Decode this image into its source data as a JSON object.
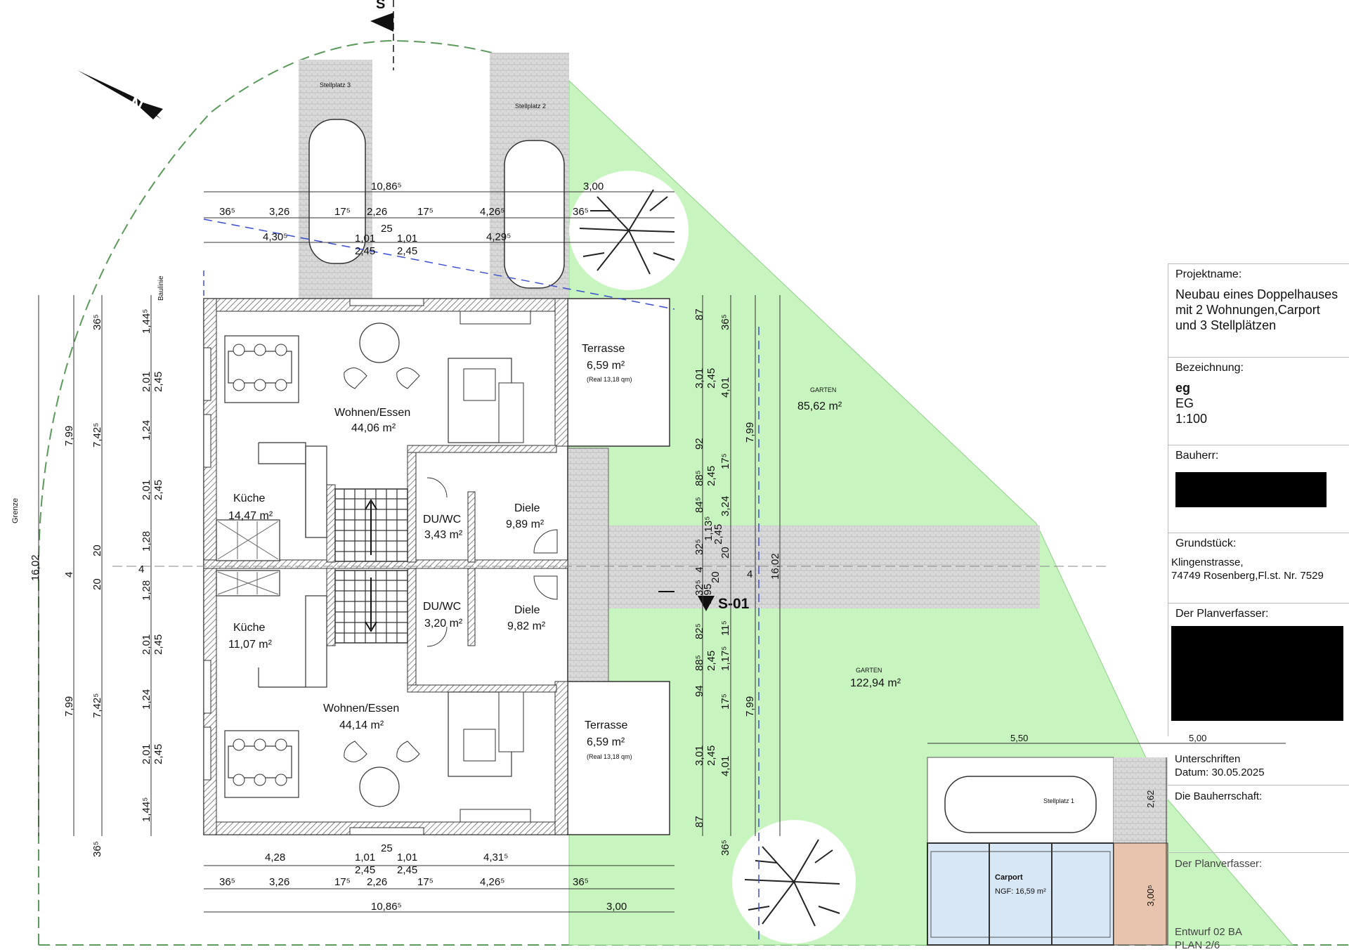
{
  "north_label": "N",
  "south_label": "S",
  "labels": {
    "grenze": "Grenze",
    "baulinie": "Baulinie",
    "section": "S-01"
  },
  "rooms": {
    "wohnen_top": {
      "name": "Wohnen/Essen",
      "area": "44,06 m²"
    },
    "kueche_top": {
      "name": "Küche",
      "area": "14,47 m²"
    },
    "duwc_top": {
      "name": "DU/WC",
      "area": "3,43 m²"
    },
    "diele_top": {
      "name": "Diele",
      "area": "9,89 m²"
    },
    "terrasse_top": {
      "name": "Terrasse",
      "area": "6,59 m²",
      "note": "(Real 13,18 qm)"
    },
    "kueche_bottom": {
      "name": "Küche",
      "area": "11,07 m²"
    },
    "duwc_bottom": {
      "name": "DU/WC",
      "area": "3,20 m²"
    },
    "diele_bottom": {
      "name": "Diele",
      "area": "9,82 m²"
    },
    "wohnen_bottom": {
      "name": "Wohnen/Essen",
      "area": "44,14 m²"
    },
    "terrasse_bottom": {
      "name": "Terrasse",
      "area": "6,59 m²",
      "note": "(Real 13,18 qm)"
    },
    "garten_top": {
      "name": "GARTEN",
      "area": "85,62 m²"
    },
    "garten_bottom": {
      "name": "GARTEN",
      "area": "122,94 m²"
    },
    "carport": {
      "name": "Carport",
      "area": "NGF: 16,59 m²"
    }
  },
  "parking": {
    "p1": "Stellplatz 1",
    "p2": "Stellplatz 2",
    "p3": "Stellplatz 3"
  },
  "dims": {
    "top_total": "10,86⁵",
    "top_terr": "3,00",
    "t1": "36⁵",
    "t2": "3,26",
    "t3": "17⁵",
    "t4": "2,26",
    "t5": "17⁵",
    "t6": "4,26⁵",
    "t7": "36⁵",
    "t8": "4,30⁵",
    "t9": "25",
    "t10": "1,01",
    "t11": "1,01",
    "t12": "4,29⁵",
    "t13": "2,45",
    "t14": "2,45",
    "bot_total": "10,86⁵",
    "bot_terr": "3,00",
    "b1": "4,28",
    "b2": "25",
    "b3": "1,01",
    "b4": "1,01",
    "b5": "4,31⁵",
    "b6": "2,45",
    "b7": "2,45",
    "b8": "36⁵",
    "b9": "3,26",
    "b10": "17⁵",
    "b11": "2,26",
    "b12": "17⁵",
    "b13": "4,26⁵",
    "b14": "36⁵",
    "l_total": "16,02",
    "l_799a": "7,99",
    "l_799b": "7,99",
    "l_742a": "7,42⁵",
    "l_742b": "7,42⁵",
    "l_365a": "36⁵",
    "l_365b": "36⁵",
    "l_4": "4",
    "l_4b": "4",
    "l_20": "20",
    "l_144a": "1,44⁵",
    "l_201a": "2,01",
    "l_124a": "1,24",
    "l_201b": "2,01",
    "l_128a": "1,28",
    "l_20b": "20",
    "l_128b": "1,28",
    "l_201c": "2,01",
    "l_124b": "1,24",
    "l_201d": "2,01",
    "l_144b": "1,44⁵",
    "l_245a": "2,45",
    "l_245b": "2,45",
    "l_245c": "2,45",
    "l_245d": "2,45",
    "r_87a": "87",
    "r_301a": "3,01",
    "r_245a": "2,45",
    "r_401a": "4,01",
    "r_365a": "36⁵",
    "r_92": "92",
    "r_885a": "88⁵",
    "r_245b": "2,45",
    "r_175a": "17⁵",
    "r_845": "84⁵",
    "r_324": "3,24",
    "r_325a": "32⁵",
    "r_1135": "1,13⁵",
    "r_245c": "2,45",
    "r_20a": "20",
    "r_4": "4",
    "r_20b": "20",
    "r_4b": "4",
    "r_325b": "32⁵",
    "r_195": "1,95",
    "r_825": "82⁵",
    "r_115": "11⁵",
    "r_885b": "88⁵",
    "r_245d": "2,45",
    "r_1175": "1,17⁵",
    "r_94": "94",
    "r_175b": "17⁵",
    "r_301b": "3,01",
    "r_245e": "2,45",
    "r_401b": "4,01",
    "r_87b": "87",
    "r_365b": "36⁵",
    "r_799a": "7,99",
    "r_799b": "7,99",
    "r_1602": "16,02",
    "c_550": "5,50",
    "c_500": "5,00",
    "c_262": "2,62",
    "c_3005": "3,00⁵"
  },
  "titleblock": {
    "projekt_label": "Projektname:",
    "projekt_l1": "Neubau eines Doppelhauses",
    "projekt_l2": "mit 2 Wohnungen,Carport",
    "projekt_l3": "und 3 Stellplätzen",
    "bez_label": "Bezeichnung:",
    "bez_l1": "eg",
    "bez_l2": "EG",
    "bez_l3": "1:100",
    "bauherr_label": "Bauherr:",
    "grund_label": "Grundstück:",
    "grund_l1": "Klingenstrasse,",
    "grund_l2": "74749 Rosenberg,Fl.st. Nr. 7529",
    "planv_label": "Der Planverfasser:",
    "unter_label": "Unterschriften",
    "datum": "Datum: 30.05.2025",
    "bauherrschaft": "Die Bauherrschaft:",
    "planv2": "Der Planverfasser:",
    "entwurf": "Entwurf 02 BA",
    "plan": "PLAN 2/6"
  },
  "colors": {
    "garden": "#c8f5bf",
    "paving": "#d6d6d6",
    "wall": "#9e9e9e",
    "carport": "#d8e7f5",
    "shed": "#e8c3ad"
  }
}
